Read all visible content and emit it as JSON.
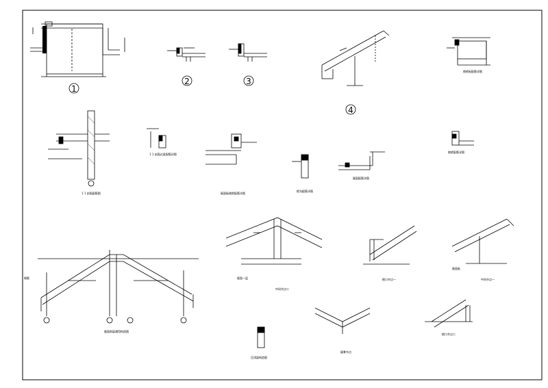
{
  "sheet": {
    "background": "#ffffff",
    "line_color": "#000000"
  },
  "detail_markers": [
    "1",
    "2",
    "3",
    "4"
  ],
  "captions": {
    "c1": "1 1 剖面配筋图",
    "c2": "1 1 剖面过梁配筋详图",
    "c3": "挑檐板配筋详图",
    "c4": "檐沟配筋详图",
    "c5": "屋面配筋详图",
    "c6": "挑檐配筋详图",
    "c7": "屋面板挑檐配筋详图",
    "c8": "中间节点二",
    "c9": "檐口节点一",
    "c10": "中间节点一",
    "c11": "檐口节点二",
    "c12": "屋面斜梁通用构造图",
    "c13": "屋脊节点",
    "c14": "压顶梁构造图"
  },
  "small_notes": {
    "n1": "屋面一层",
    "n2": "屋面板",
    "n3": "钢筋"
  }
}
